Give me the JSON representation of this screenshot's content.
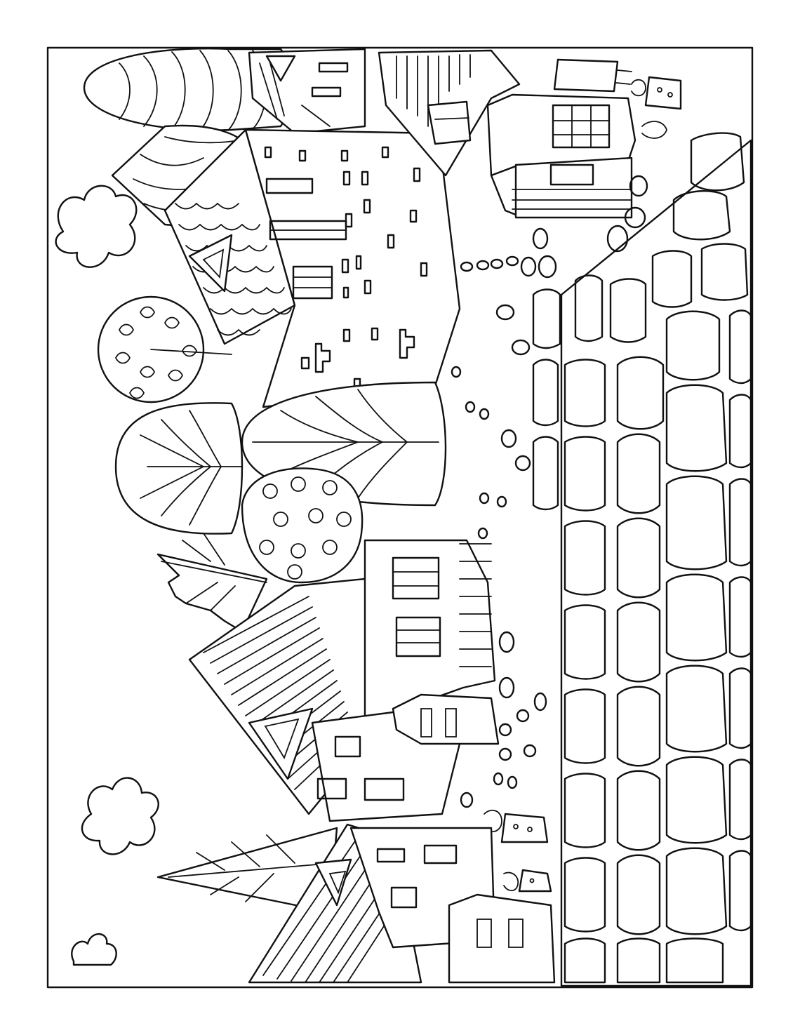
{
  "page": {
    "kind": "coloring-page",
    "orientation": "rotated-90-clockwise",
    "background_color": "#ffffff",
    "line_color": "#111111"
  },
  "scene": {
    "subject": "village-street",
    "houses": 5,
    "trees": 6,
    "clouds": 3,
    "flower_pots": 3
  }
}
